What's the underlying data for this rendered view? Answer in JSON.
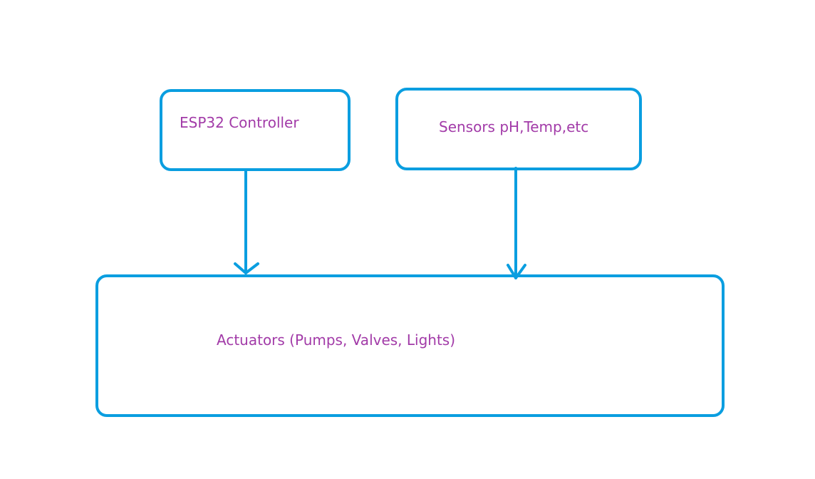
{
  "colors": {
    "line": "#0a9ee0",
    "text": "#a23ba8",
    "background": "#ffffff"
  },
  "nodes": {
    "esp32": {
      "label": "ESP32 Controller"
    },
    "sensors": {
      "label": "Sensors pH,Temp,etc"
    },
    "actuators": {
      "label": "Actuators (Pumps, Valves, Lights)"
    }
  },
  "edges": [
    {
      "from": "esp32",
      "to": "actuators"
    },
    {
      "from": "sensors",
      "to": "actuators"
    }
  ]
}
